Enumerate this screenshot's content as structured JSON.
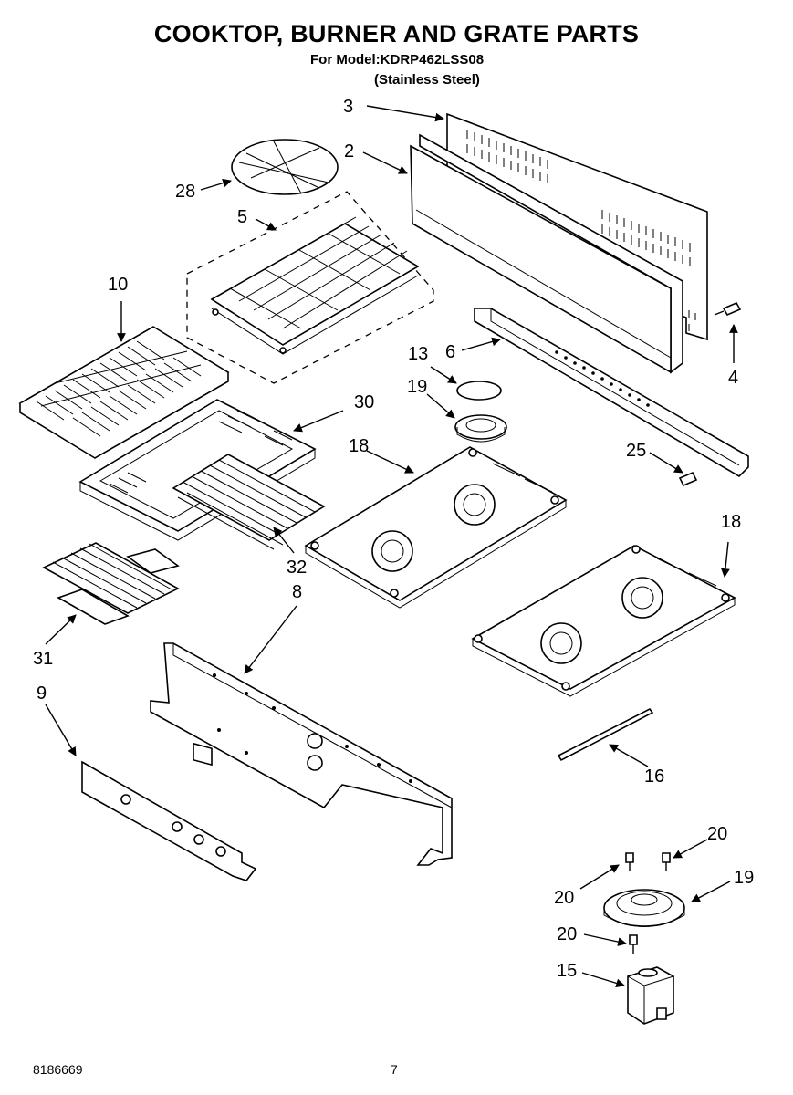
{
  "header": {
    "title": "COOKTOP, BURNER AND GRATE PARTS",
    "model": "For Model:KDRP462LSS08",
    "finish": "(Stainless Steel)"
  },
  "callouts": {
    "p2": "2",
    "p3": "3",
    "p4": "4",
    "p5": "5",
    "p6": "6",
    "p8": "8",
    "p9": "9",
    "p10": "10",
    "p13": "13",
    "p15": "15",
    "p16": "16",
    "p18a": "18",
    "p18b": "18",
    "p19a": "19",
    "p19b": "19",
    "p20a": "20",
    "p20b": "20",
    "p20c": "20",
    "p25": "25",
    "p28": "28",
    "p30": "30",
    "p31": "31",
    "p32": "32"
  },
  "footer": {
    "doc_number": "8186669",
    "page_number": "7"
  }
}
